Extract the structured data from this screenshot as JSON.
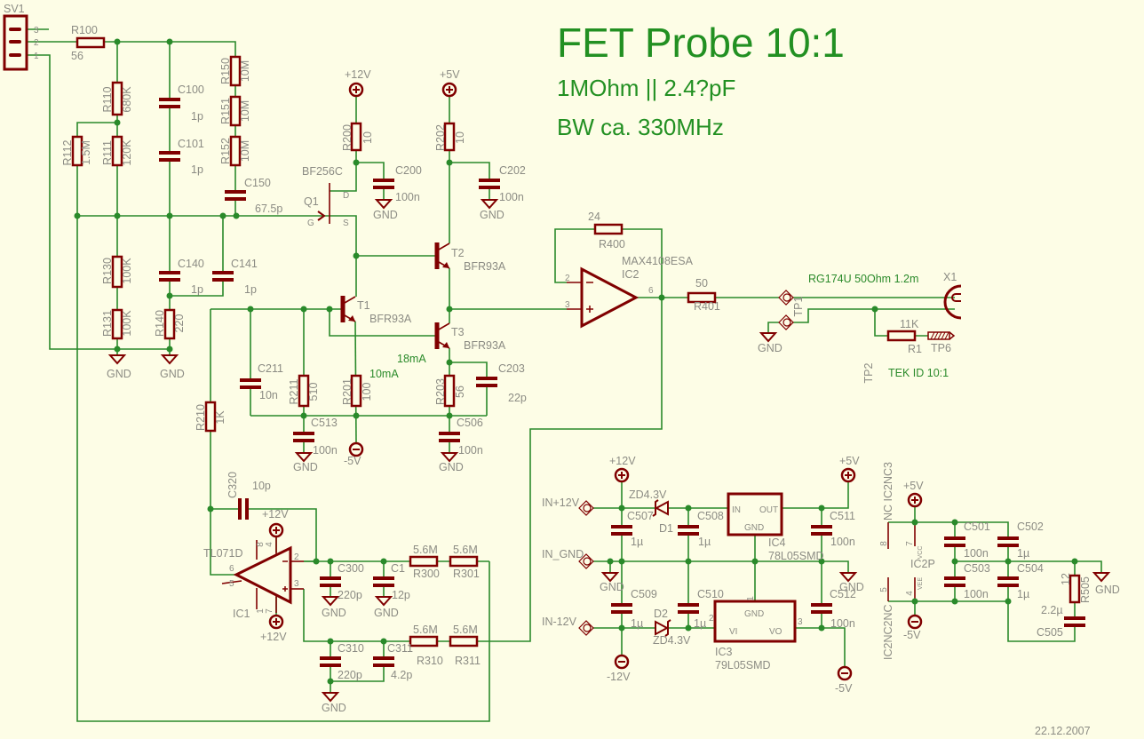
{
  "title": {
    "main": "FET Probe 10:1",
    "line1": "1MOhm || 2.4?pF",
    "line2": "BW ca. 330MHz"
  },
  "date": "22.12.2007",
  "colors": {
    "wire": "#2a8a2a",
    "component": "#800000",
    "label": "#8c8c84",
    "title": "#229022",
    "background": "#fdfde6"
  },
  "nets": {
    "gnd": "GND",
    "p12": "+12V",
    "p5": "+5V",
    "m5": "-5V",
    "m12": "-12V",
    "in_p12": "IN+12V",
    "in_gnd": "IN_GND",
    "in_m12": "IN-12V"
  },
  "annotations": {
    "i18": "18mA",
    "i10": "10mA",
    "cable": "RG174U 50Ohm 1.2m",
    "tek": "TEK ID 10:1"
  },
  "parts": {
    "SV1": {
      "ref": "SV1",
      "pins": [
        "3",
        "2",
        "1"
      ]
    },
    "R100": {
      "ref": "R100",
      "value": "56"
    },
    "R110": {
      "ref": "R110",
      "value": "680K"
    },
    "R111": {
      "ref": "R111",
      "value": "120K"
    },
    "R112": {
      "ref": "R112",
      "value": "1.5M"
    },
    "R130": {
      "ref": "R130",
      "value": "100K"
    },
    "R131": {
      "ref": "R131",
      "value": "100K"
    },
    "R140": {
      "ref": "R140",
      "value": "220"
    },
    "R150": {
      "ref": "R150",
      "value": "10M"
    },
    "R151": {
      "ref": "R151",
      "value": "10M"
    },
    "R152": {
      "ref": "R152",
      "value": "10M"
    },
    "C100": {
      "ref": "C100",
      "value": "1p"
    },
    "C101": {
      "ref": "C101",
      "value": "1p"
    },
    "C140": {
      "ref": "C140",
      "value": "1p"
    },
    "C141": {
      "ref": "C141",
      "value": "1p"
    },
    "C150": {
      "ref": "C150",
      "value": "67.5p"
    },
    "Q1": {
      "ref": "Q1",
      "value": "BF256C",
      "pins": [
        "D",
        "G",
        "S"
      ]
    },
    "R200": {
      "ref": "R200",
      "value": "10"
    },
    "R202": {
      "ref": "R202",
      "value": "10"
    },
    "C200": {
      "ref": "C200",
      "value": "100n"
    },
    "C202": {
      "ref": "C202",
      "value": "100n"
    },
    "T1": {
      "ref": "T1",
      "value": "BFR93A"
    },
    "T2": {
      "ref": "T2",
      "value": "BFR93A"
    },
    "T3": {
      "ref": "T3",
      "value": "BFR93A"
    },
    "R201": {
      "ref": "R201",
      "value": "100"
    },
    "R203": {
      "ref": "R203",
      "value": "56"
    },
    "R211": {
      "ref": "R211",
      "value": "510"
    },
    "C211": {
      "ref": "C211",
      "value": "10n"
    },
    "C203": {
      "ref": "C203",
      "value": "22p"
    },
    "C513": {
      "ref": "C513",
      "value": "100n"
    },
    "C506": {
      "ref": "C506",
      "value": "100n"
    },
    "R210": {
      "ref": "R210",
      "value": "1K"
    },
    "C320": {
      "ref": "C320",
      "value": "10p"
    },
    "IC1": {
      "ref": "IC1",
      "value": "TL071D",
      "pins": [
        "8",
        "4",
        "1",
        "7",
        "6",
        "5",
        "2",
        "3"
      ]
    },
    "C300": {
      "ref": "C300",
      "value": "220p"
    },
    "C1": {
      "ref": "C1",
      "value": "12p"
    },
    "R300": {
      "ref": "R300",
      "value": "5.6M"
    },
    "R301": {
      "ref": "R301",
      "value": "5.6M"
    },
    "C310": {
      "ref": "C310",
      "value": "220p"
    },
    "C311": {
      "ref": "C311",
      "value": "4.2p"
    },
    "R310": {
      "ref": "R310",
      "value": "5.6M"
    },
    "R311": {
      "ref": "R311",
      "value": "5.6M"
    },
    "R400": {
      "ref": "R400",
      "value": "24"
    },
    "IC2": {
      "ref": "IC2",
      "value": "MAX4108ESA",
      "pins": [
        "2",
        "3",
        "6"
      ]
    },
    "R401": {
      "ref": "R401",
      "value": "50"
    },
    "TP1": {
      "ref": "TP1"
    },
    "TP2": {
      "ref": "TP2"
    },
    "TP6": {
      "ref": "TP6"
    },
    "X1": {
      "ref": "X1"
    },
    "R1": {
      "ref": "R1",
      "value": "11K"
    },
    "D1": {
      "ref": "D1",
      "value": "ZD4.3V"
    },
    "D2": {
      "ref": "D2",
      "value": "ZD4.3V"
    },
    "C507": {
      "ref": "C507",
      "value": "1µ"
    },
    "C508": {
      "ref": "C508",
      "value": "1µ"
    },
    "C509": {
      "ref": "C509",
      "value": "1µ"
    },
    "C510": {
      "ref": "C510",
      "value": "1µ"
    },
    "C511": {
      "ref": "C511",
      "value": "100n"
    },
    "C512": {
      "ref": "C512",
      "value": "100n"
    },
    "IC4": {
      "ref": "IC4",
      "value": "78L05SMD",
      "pins": [
        "IN",
        "OUT",
        "GND"
      ]
    },
    "IC3": {
      "ref": "IC3",
      "value": "79L05SMD",
      "pins": [
        "GND",
        "VI",
        "VO",
        "1",
        "2",
        "3"
      ]
    },
    "IC2P": {
      "ref": "IC2P",
      "pins": [
        "8",
        "7",
        "5",
        "4"
      ],
      "pin_names": [
        "VCC",
        "VEE"
      ],
      "nc_top": "NC IC2NC3",
      "nc_bottom": "IC2NC2NC"
    },
    "C501": {
      "ref": "C501",
      "value": "100n"
    },
    "C502": {
      "ref": "C502",
      "value": "1µ"
    },
    "C503": {
      "ref": "C503",
      "value": "100n"
    },
    "C504": {
      "ref": "C504",
      "value": "1µ"
    },
    "R505": {
      "ref": "R505",
      "value": "12"
    },
    "C505": {
      "ref": "C505",
      "value": "2.2µ"
    }
  }
}
